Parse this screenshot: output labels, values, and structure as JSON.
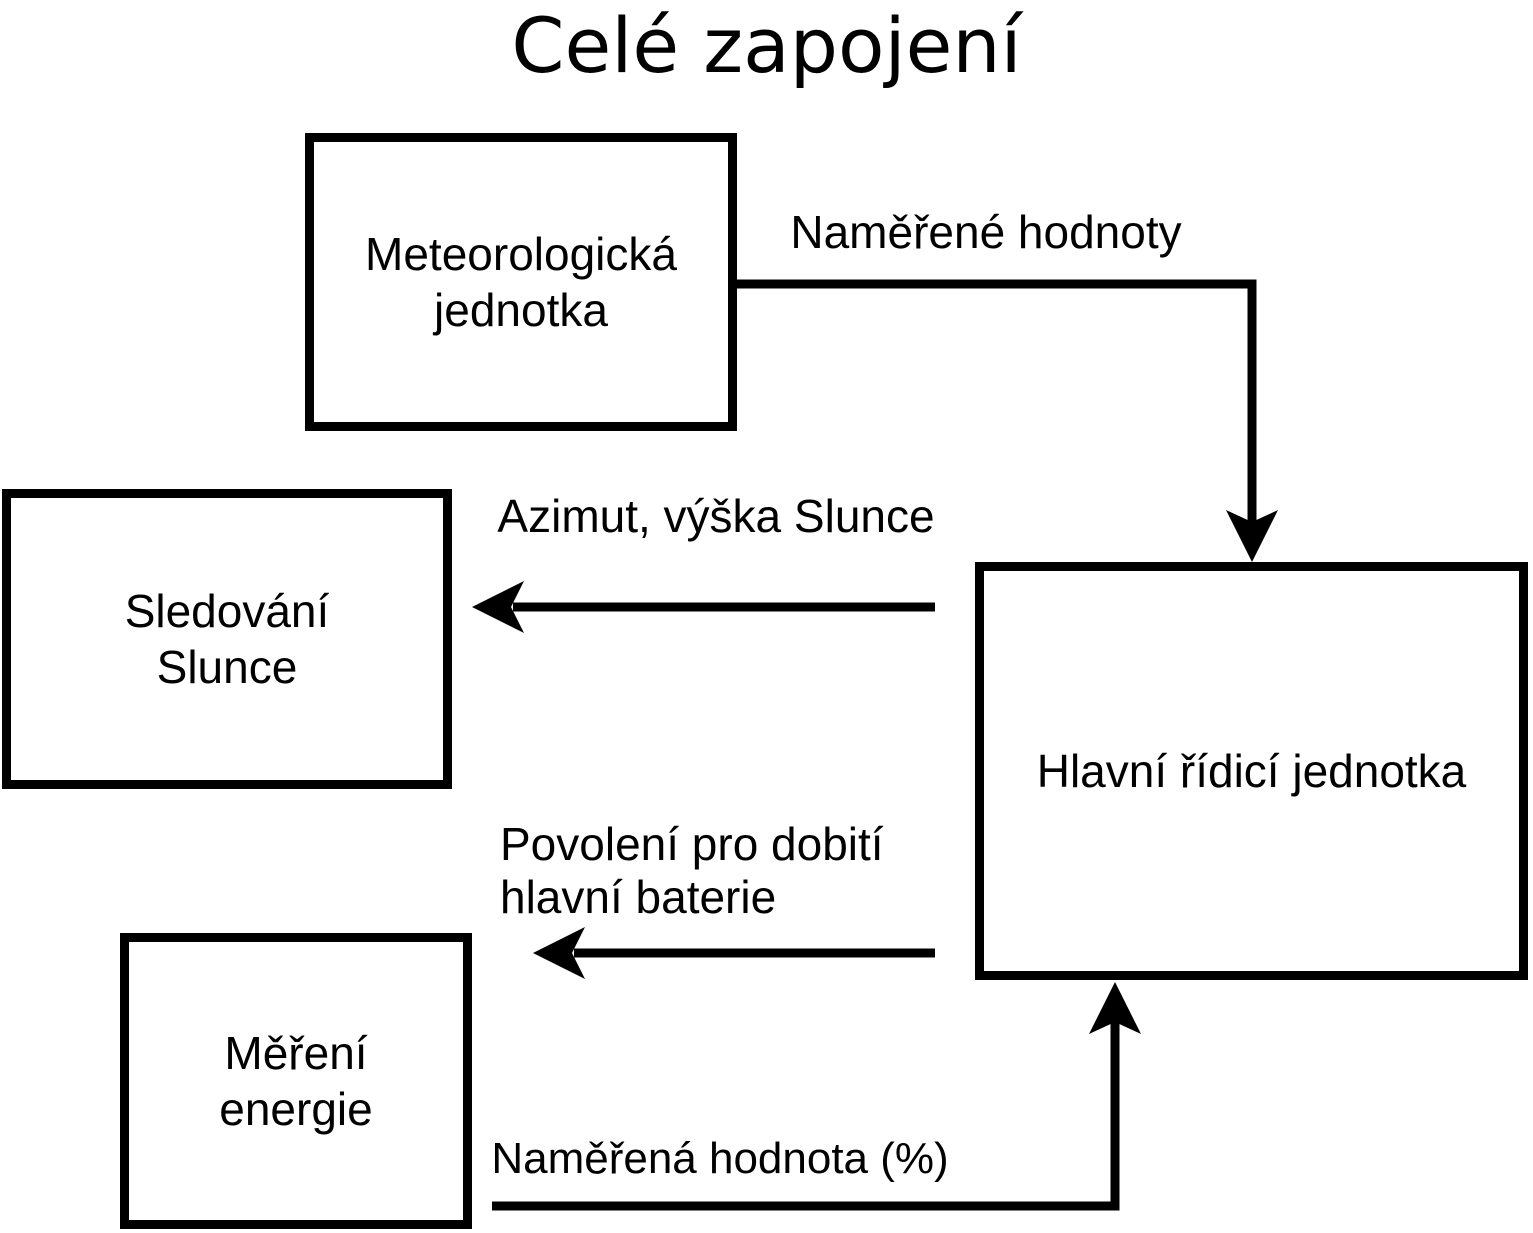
{
  "title": "Celé zapojení",
  "colors": {
    "ink": "#000000",
    "background": "#ffffff"
  },
  "boxes": {
    "meteo": {
      "label": "Meteorologická\njednotka"
    },
    "sun_tracking": {
      "label": "Sledování\nSlunce"
    },
    "energy": {
      "label": "Měření\nenergie"
    },
    "main_control": {
      "label": "Hlavní řídicí jednotka"
    }
  },
  "arrows": {
    "measured_values": {
      "label": "Naměřené hodnoty",
      "from": "Meteorologická jednotka",
      "to": "Hlavní řídicí jednotka"
    },
    "azimuth": {
      "label": "Azimut, výška Slunce",
      "from": "Hlavní řídicí jednotka",
      "to": "Sledování Slunce"
    },
    "charge_permission": {
      "label": "Povolení pro dobití\nhlavní baterie",
      "from": "Hlavní řídicí jednotka",
      "to": "left"
    },
    "measured_percent": {
      "label": "Naměřená hodnota (%)",
      "from": "Měření energie",
      "to": "Hlavní řídicí jednotka"
    }
  }
}
